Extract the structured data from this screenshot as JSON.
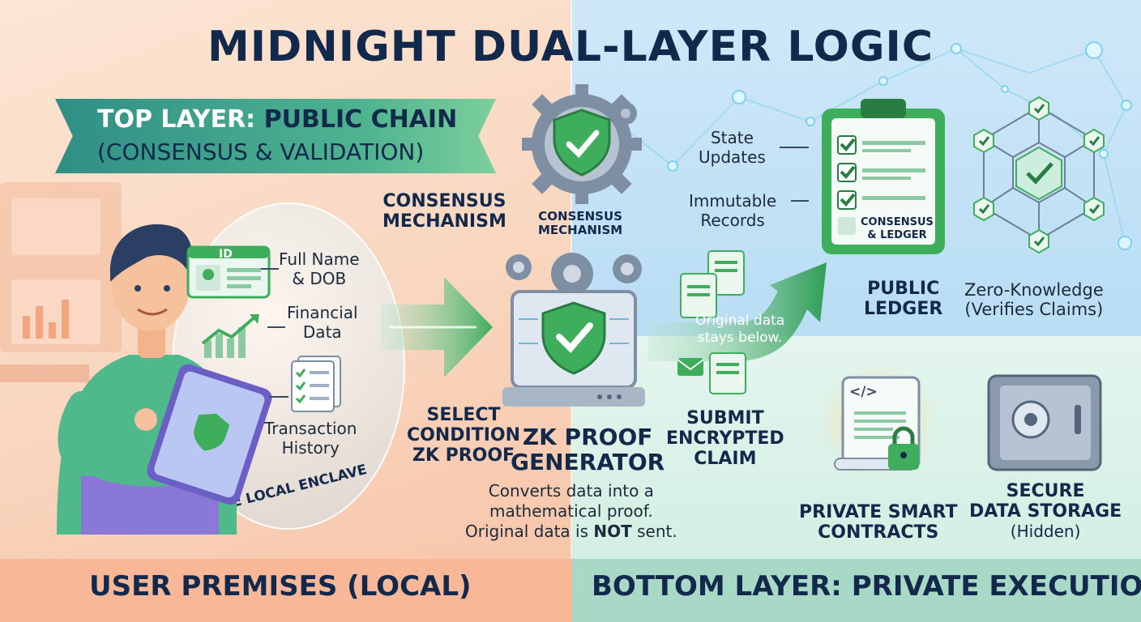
{
  "title": "MIDNIGHT DUAL-LAYER LOGIC",
  "top_layer": {
    "line1_prefix": "TOP LAYER: ",
    "line1_emphasis": "PUBLIC CHAIN",
    "line2": "(CONSENSUS & VALIDATION)"
  },
  "local": {
    "enclave_label": "SECURE LOCAL ENCLAVE",
    "id_card_label": "ID",
    "items": [
      "Full Name",
      "& DOB",
      "Financial",
      "Data",
      "Transaction",
      "History"
    ],
    "select_step": [
      "SELECT",
      "CONDITION",
      "ZK PROOF"
    ]
  },
  "center": {
    "consensus_left": [
      "CONSENSUS",
      "MECHANISM"
    ],
    "consensus_gear": [
      "CONSENSUS",
      "MECHANISM"
    ],
    "generator": [
      "ZK PROOF",
      "GENERATOR"
    ],
    "description": [
      "Converts data into a",
      "mathematical proof.",
      "Original data is ",
      "NOT",
      " sent."
    ],
    "submit": [
      "SUBMIT",
      "ENCRYPTED",
      "CLAIM"
    ],
    "stays_below": [
      "Original data",
      "stays below."
    ]
  },
  "public": {
    "state_updates": [
      "State",
      "Updates"
    ],
    "immutable": [
      "Immutable",
      "Records"
    ],
    "clipboard_label": [
      "CONSENSUS",
      "& LEDGER"
    ],
    "ledger": [
      "PUBLIC",
      "LEDGER"
    ],
    "zk": [
      "Zero-Knowledge",
      "(Verifies Claims)"
    ]
  },
  "private": {
    "contracts": [
      "PRIVATE SMART",
      "CONTRACTS"
    ],
    "code_symbol": "</>",
    "storage": [
      "SECURE",
      "DATA STORAGE",
      "(Hidden)"
    ]
  },
  "footer": {
    "left": "USER PREMISES (LOCAL)",
    "right": "BOTTOM LAYER: PRIVATE EXECUTION"
  },
  "colors": {
    "navy": "#13294b",
    "green": "#3fae5c",
    "teal": "#2f8f86",
    "peach": "#f8b897",
    "mint": "#a7d9c6"
  }
}
